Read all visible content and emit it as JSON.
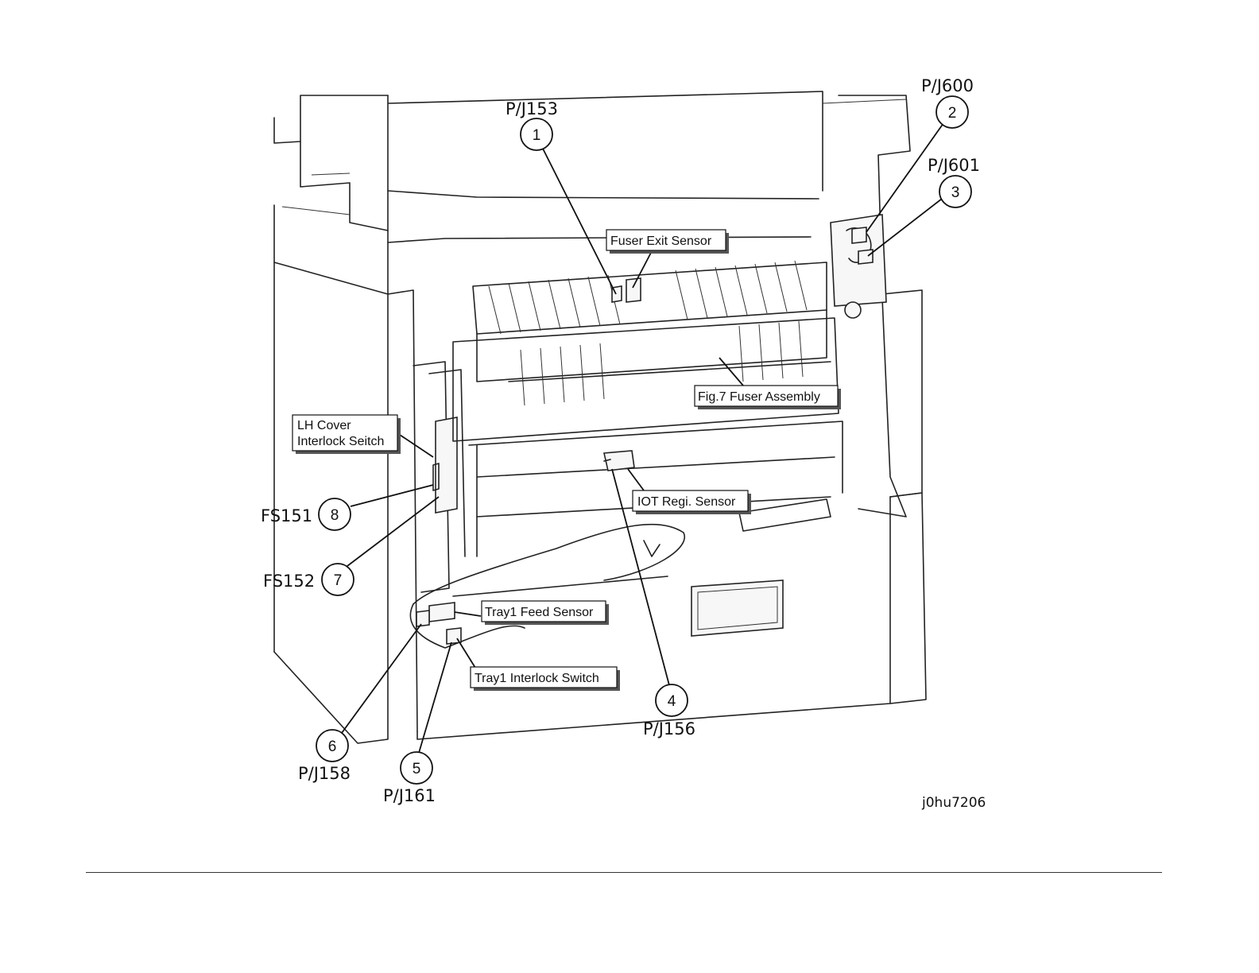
{
  "diagram": {
    "figure_id": "j0hu7206",
    "connectors": [
      {
        "num": "1",
        "label": "P/J153"
      },
      {
        "num": "2",
        "label": "P/J600"
      },
      {
        "num": "3",
        "label": "P/J601"
      },
      {
        "num": "4",
        "label": "P/J156"
      },
      {
        "num": "5",
        "label": "P/J161"
      },
      {
        "num": "6",
        "label": "P/J158"
      },
      {
        "num": "7",
        "label": "FS152"
      },
      {
        "num": "8",
        "label": "FS151"
      }
    ],
    "callouts": {
      "fuser_exit_sensor": "Fuser Exit Sensor",
      "fuser_assembly": "Fig.7 Fuser Assembly",
      "lh_cover_line1": "LH Cover",
      "lh_cover_line2": "Interlock Seitch",
      "iot_regi_sensor": "IOT Regi. Sensor",
      "tray1_feed_sensor": "Tray1 Feed Sensor",
      "tray1_interlock_switch": "Tray1 Interlock Switch"
    }
  }
}
